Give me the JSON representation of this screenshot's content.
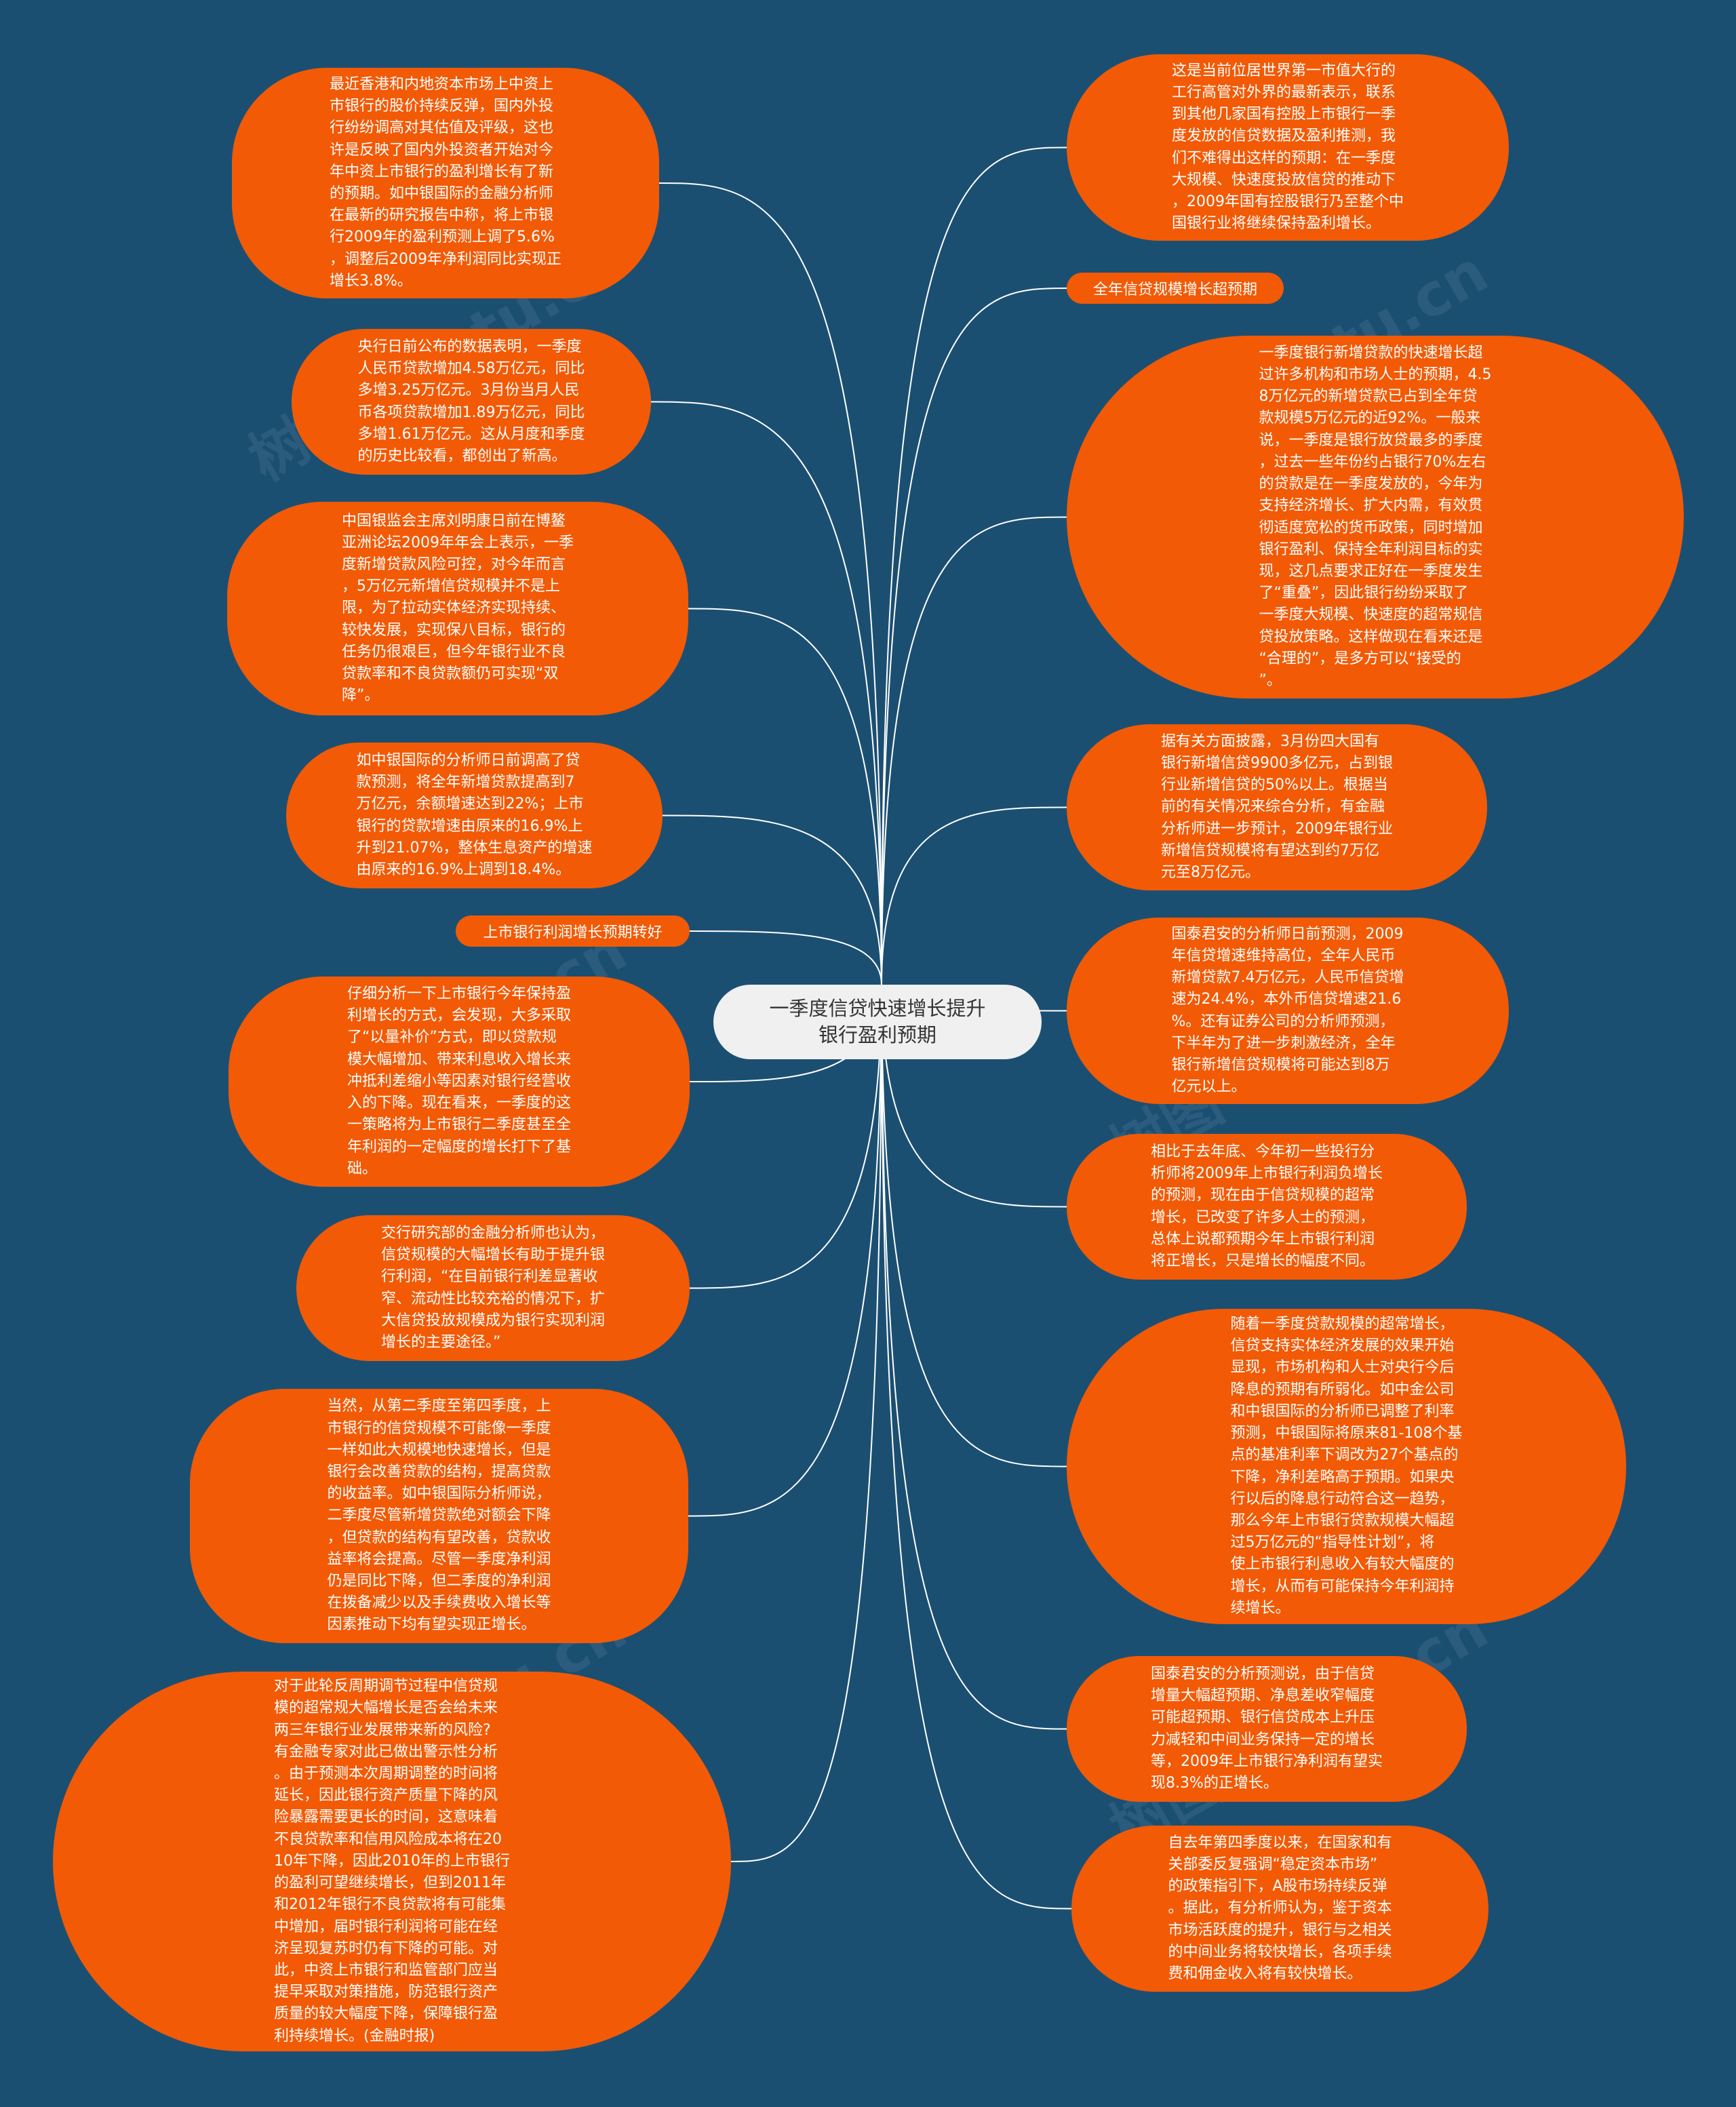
{
  "root": {
    "text": "一季度信贷快速增长提升\n银行盈利预期"
  },
  "watermark": "树图 shutu.cn",
  "colors": {
    "background": "#1b4f72",
    "node": "#f25a06",
    "root": "#f0f0f0",
    "edge": "#ffffff"
  },
  "left_nodes": [
    {
      "id": "L1",
      "text": "最近香港和内地资本市场上中资上\n市银行的股价持续反弹，国内外投\n行纷纷调高对其估值及评级，这也\n许是反映了国内外投资者开始对今\n年中资上市银行的盈利增长有了新\n的预期。如中银国际的金融分析师\n在最新的研究报告中称，将上市银\n行2009年的盈利预测上调了5.6%\n，调整后2009年净利润同比实现正\n增长3.8%。"
    },
    {
      "id": "L2",
      "text": "央行日前公布的数据表明，一季度\n人民币贷款增加4.58万亿元，同比\n多增3.25万亿元。3月份当月人民\n币各项贷款增加1.89万亿元，同比\n多增1.61万亿元。这从月度和季度\n的历史比较看，都创出了新高。"
    },
    {
      "id": "L3",
      "text": "中国银监会主席刘明康日前在博鳌\n亚洲论坛2009年年会上表示，一季\n度新增贷款风险可控，对今年而言\n，5万亿元新增信贷规模并不是上\n限，为了拉动实体经济实现持续、\n较快发展，实现保八目标，银行的\n任务仍很艰巨，但今年银行业不良\n贷款率和不良贷款额仍可实现“双\n降”。"
    },
    {
      "id": "L4",
      "text": "如中银国际的分析师日前调高了贷\n款预测，将全年新增贷款提高到7\n万亿元，余额增速达到22%；上市\n银行的贷款增速由原来的16.9%上\n升到21.07%，整体生息资产的增速\n由原来的16.9%上调到18.4%。"
    },
    {
      "id": "L5",
      "label": true,
      "text": "上市银行利润增长预期转好"
    },
    {
      "id": "L6",
      "text": "仔细分析一下上市银行今年保持盈\n利增长的方式，会发现，大多采取\n了“以量补价”方式，即以贷款规\n模大幅增加、带来利息收入增长来\n冲抵利差缩小等因素对银行经营收\n入的下降。现在看来，一季度的这\n一策略将为上市银行二季度甚至全\n年利润的一定幅度的增长打下了基\n础。"
    },
    {
      "id": "L7",
      "text": "交行研究部的金融分析师也认为，\n信贷规模的大幅增长有助于提升银\n行利润，“在目前银行利差显著收\n窄、流动性比较充裕的情况下，扩\n大信贷投放规模成为银行实现利润\n增长的主要途径。”"
    },
    {
      "id": "L8",
      "text": "当然，从第二季度至第四季度，上\n市银行的信贷规模不可能像一季度\n一样如此大规模地快速增长，但是\n银行会改善贷款的结构，提高贷款\n的收益率。如中银国际分析师说，\n二季度尽管新增贷款绝对额会下降\n，但贷款的结构有望改善，贷款收\n益率将会提高。尽管一季度净利润\n仍是同比下降，但二季度的净利润\n在拨备减少以及手续费收入增长等\n因素推动下均有望实现正增长。"
    },
    {
      "id": "L9",
      "text": "对于此轮反周期调节过程中信贷规\n模的超常规大幅增长是否会给未来\n两三年银行业发展带来新的风险?\n有金融专家对此已做出警示性分析\n。由于预测本次周期调整的时间将\n延长，因此银行资产质量下降的风\n险暴露需要更长的时间，这意味着\n不良贷款率和信用风险成本将在20\n10年下降，因此2010年的上市银行\n的盈利可望继续增长，但到2011年\n和2012年银行不良贷款将有可能集\n中增加，届时银行利润将可能在经\n济呈现复苏时仍有下降的可能。对\n此，中资上市银行和监管部门应当\n提早采取对策措施，防范银行资产\n质量的较大幅度下降，保障银行盈\n利持续增长。(金融时报)"
    }
  ],
  "right_nodes": [
    {
      "id": "R1",
      "text": "这是当前位居世界第一市值大行的\n工行高管对外界的最新表示，联系\n到其他几家国有控股上市银行一季\n度发放的信贷数据及盈利推测，我\n们不难得出这样的预期：在一季度\n大规模、快速度投放信贷的推动下\n，2009年国有控股银行乃至整个中\n国银行业将继续保持盈利增长。"
    },
    {
      "id": "R2",
      "label": true,
      "text": "全年信贷规模增长超预期"
    },
    {
      "id": "R3",
      "text": "一季度银行新增贷款的快速增长超\n过许多机构和市场人士的预期，4.5\n8万亿元的新增贷款已占到全年贷\n款规模5万亿元的近92%。一般来\n说，一季度是银行放贷最多的季度\n，过去一些年份约占银行70%左右\n的贷款是在一季度发放的，今年为\n支持经济增长、扩大内需，有效贯\n彻适度宽松的货币政策，同时增加\n银行盈利、保持全年利润目标的实\n现，这几点要求正好在一季度发生\n了“重叠”，因此银行纷纷采取了\n一季度大规模、快速度的超常规信\n贷投放策略。这样做现在看来还是\n“合理的”，是多方可以“接受的\n”。"
    },
    {
      "id": "R4",
      "text": "据有关方面披露，3月份四大国有\n银行新增信贷9900多亿元，占到银\n行业新增信贷的50%以上。根据当\n前的有关情况来综合分析，有金融\n分析师进一步预计，2009年银行业\n新增信贷规模将有望达到约7万亿\n元至8万亿元。"
    },
    {
      "id": "R5",
      "text": "国泰君安的分析师日前预测，2009\n年信贷增速维持高位，全年人民币\n新增贷款7.4万亿元，人民币信贷增\n速为24.4%，本外币信贷增速21.6\n%。还有证券公司的分析师预测，\n下半年为了进一步刺激经济，全年\n银行新增信贷规模将可能达到8万\n亿元以上。"
    },
    {
      "id": "R6",
      "text": "相比于去年底、今年初一些投行分\n析师将2009年上市银行利润负增长\n的预测，现在由于信贷规模的超常\n增长，已改变了许多人士的预测，\n总体上说都预期今年上市银行利润\n将正增长，只是增长的幅度不同。"
    },
    {
      "id": "R7",
      "text": "随着一季度贷款规模的超常增长，\n信贷支持实体经济发展的效果开始\n显现，市场机构和人士对央行今后\n降息的预期有所弱化。如中金公司\n和中银国际的分析师已调整了利率\n预测，中银国际将原来81-108个基\n点的基准利率下调改为27个基点的\n下降，净利差略高于预期。如果央\n行以后的降息行动符合这一趋势，\n那么今年上市银行贷款规模大幅超\n过5万亿元的“指导性计划”，将\n使上市银行利息收入有较大幅度的\n增长，从而有可能保持今年利润持\n续增长。"
    },
    {
      "id": "R8",
      "text": "国泰君安的分析预测说，由于信贷\n增量大幅超预期、净息差收窄幅度\n可能超预期、银行信贷成本上升压\n力减轻和中间业务保持一定的增长\n等，2009年上市银行净利润有望实\n现8.3%的正增长。"
    },
    {
      "id": "R9",
      "text": "自去年第四季度以来，在国家和有\n关部委反复强调“稳定资本市场”\n的政策指引下，A股市场持续反弹\n。据此，有分析师认为，鉴于资本\n市场活跃度的提升，银行与之相关\n的中间业务将较快增长，各项手续\n费和佣金收入将有较快增长。"
    }
  ]
}
